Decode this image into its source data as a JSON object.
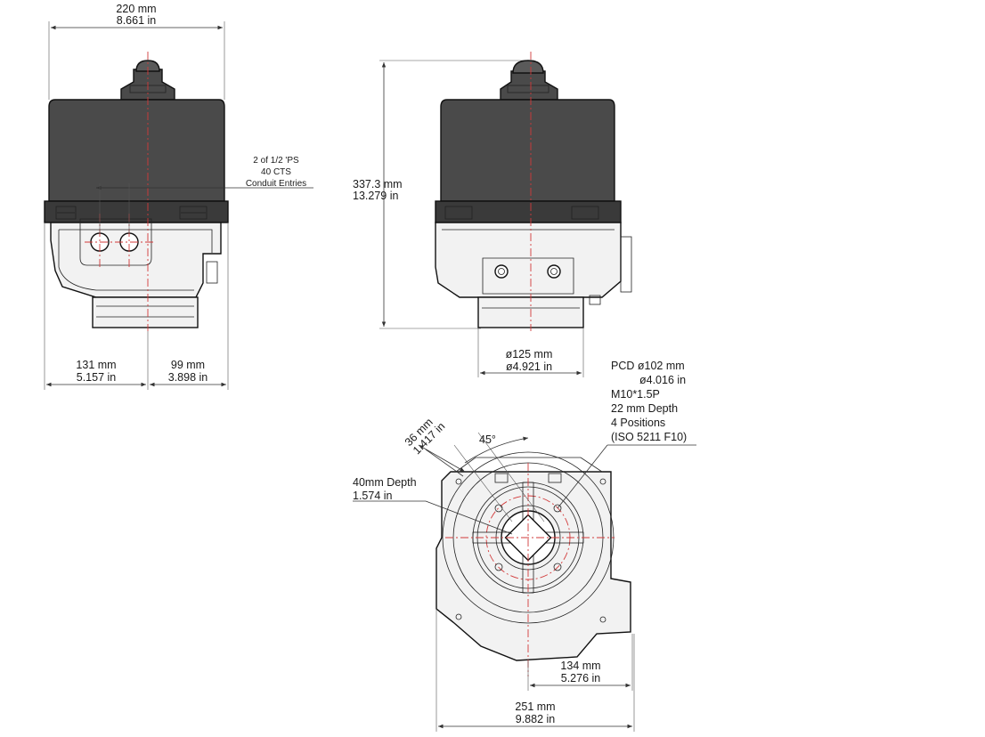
{
  "front_view": {
    "width_mm": "220 mm",
    "width_in": "8.661 in",
    "conduit_note_line1": "2 of 1/2 'PS",
    "conduit_note_line2": "40 CTS",
    "conduit_note_line3": "Conduit Entries",
    "left_mm": "131 mm",
    "left_in": "5.157 in",
    "right_mm": "99 mm",
    "right_in": "3.898 in"
  },
  "side_view": {
    "height_mm": "337.3 mm",
    "height_in": "13.279 in",
    "flange_dia_mm": "ø125 mm",
    "flange_dia_in": "ø4.921 in"
  },
  "bottom_view": {
    "pcd_line1": "PCD ø102 mm",
    "pcd_line2": "ø4.016 in",
    "pcd_line3": "M10*1.5P",
    "pcd_line4": "22 mm Depth",
    "pcd_line5": "4 Positions",
    "pcd_line6": "(ISO 5211 F10)",
    "drive_mm": "36 mm",
    "drive_in": "1.417 in",
    "angle": "45°",
    "depth_mm": "40mm Depth",
    "depth_in": "1.574 in",
    "offset_mm": "134 mm",
    "offset_in": "5.276 in",
    "overall_mm": "251 mm",
    "overall_in": "9.882 in"
  }
}
